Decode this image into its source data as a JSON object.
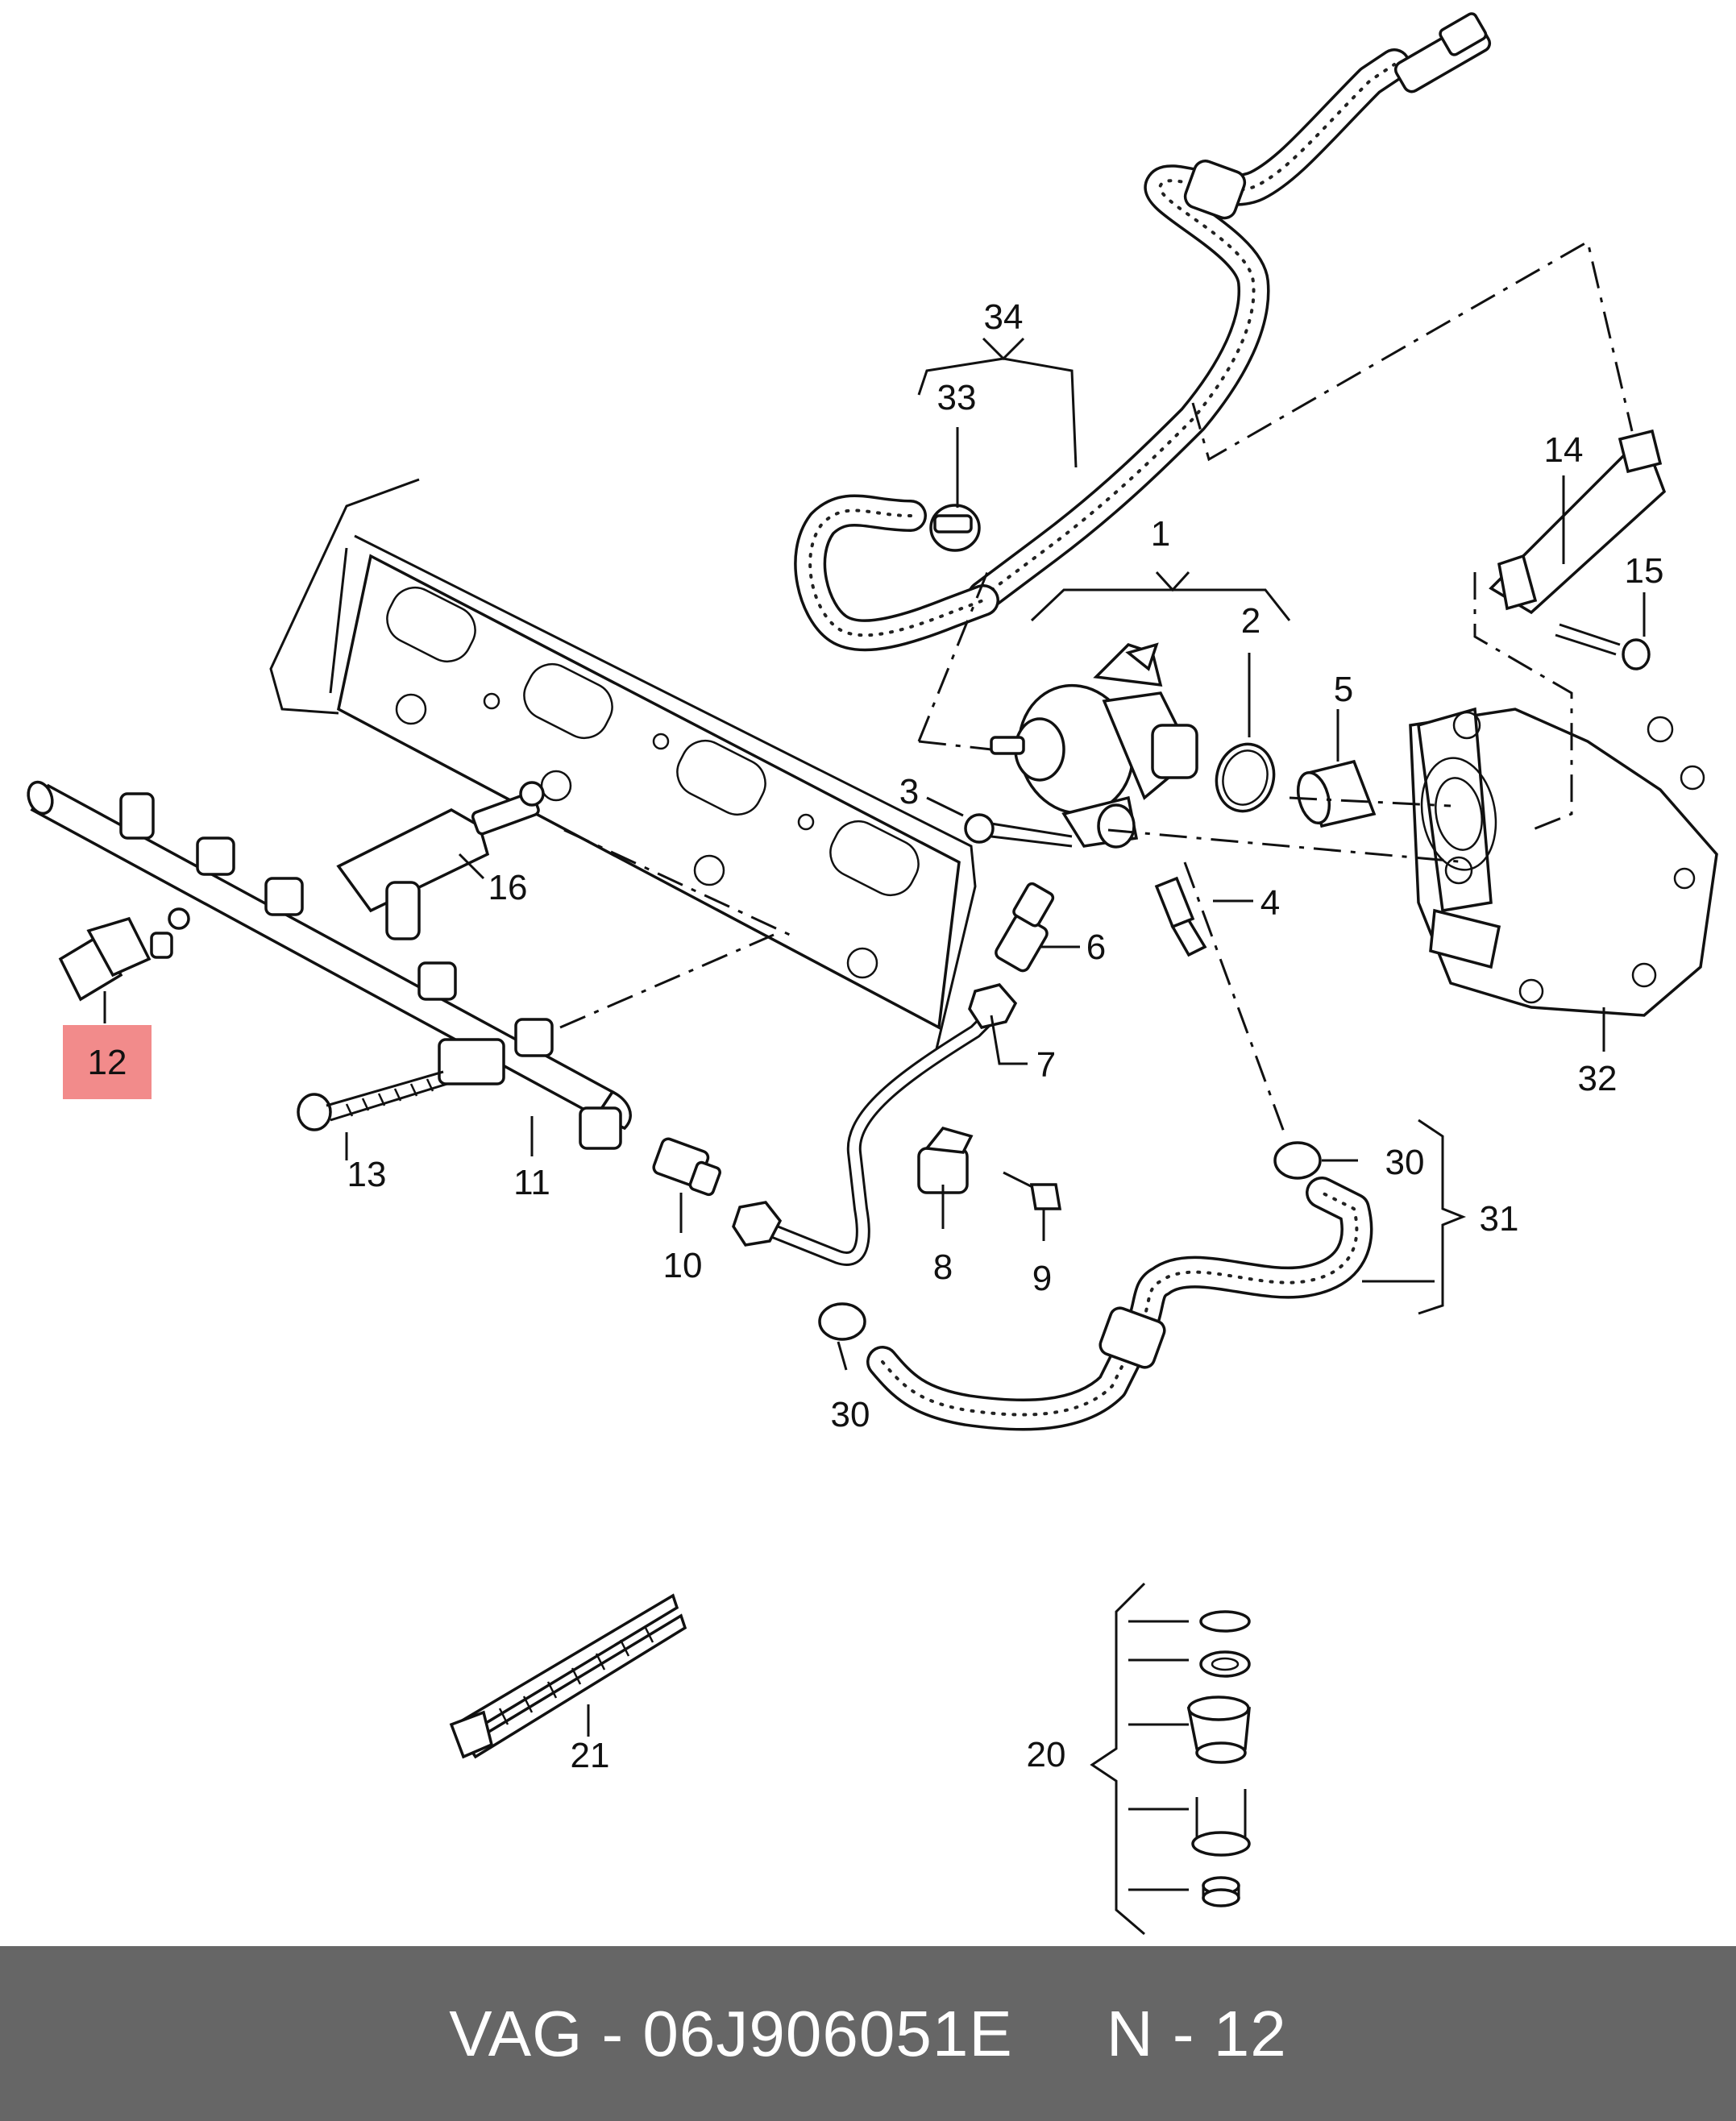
{
  "diagram": {
    "callouts": [
      {
        "id": "c1",
        "label": "1"
      },
      {
        "id": "c2",
        "label": "2"
      },
      {
        "id": "c3",
        "label": "3"
      },
      {
        "id": "c4",
        "label": "4"
      },
      {
        "id": "c5",
        "label": "5"
      },
      {
        "id": "c6",
        "label": "6"
      },
      {
        "id": "c7",
        "label": "7"
      },
      {
        "id": "c8",
        "label": "8"
      },
      {
        "id": "c9",
        "label": "9"
      },
      {
        "id": "c10",
        "label": "10"
      },
      {
        "id": "c11",
        "label": "11"
      },
      {
        "id": "c12",
        "label": "12"
      },
      {
        "id": "c13",
        "label": "13"
      },
      {
        "id": "c14",
        "label": "14"
      },
      {
        "id": "c15",
        "label": "15"
      },
      {
        "id": "c16",
        "label": "16"
      },
      {
        "id": "c20",
        "label": "20"
      },
      {
        "id": "c21",
        "label": "21"
      },
      {
        "id": "c30a",
        "label": "30"
      },
      {
        "id": "c30b",
        "label": "30"
      },
      {
        "id": "c31",
        "label": "31"
      },
      {
        "id": "c32",
        "label": "32"
      },
      {
        "id": "c33",
        "label": "33"
      },
      {
        "id": "c34",
        "label": "34"
      }
    ],
    "highlighted_callout": "12",
    "highlight_color": "#f28b8b"
  },
  "footer": {
    "brand": "VAG",
    "part_number": "06J906051E",
    "page": "N - 12",
    "text": "VAG - 06J906051E     N - 12",
    "background": "#666666",
    "text_color": "#ffffff"
  }
}
